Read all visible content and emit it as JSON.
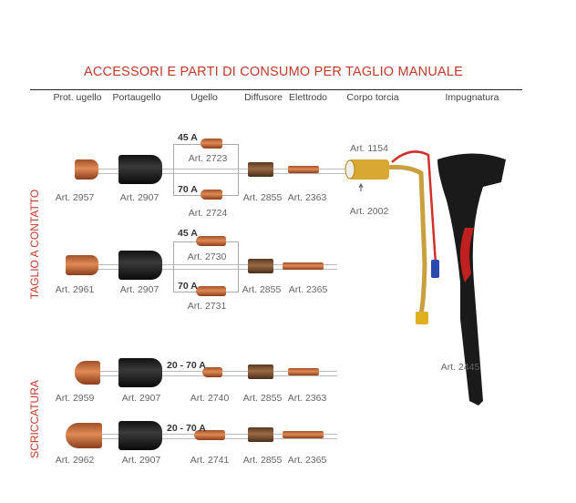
{
  "title": "ACCESSORI E PARTI DI CONSUMO PER TAGLIO MANUALE",
  "headers": [
    "Prot. ugello",
    "Portaugello",
    "Ugello",
    "Diffusore",
    "Elettrodo",
    "Corpo torcia",
    "Impugnatura"
  ],
  "sections": {
    "contact": "TAGLIO A CONTATTO",
    "gouging": "SCRICCATURA"
  },
  "rows": [
    {
      "prot": "Art. 2957",
      "holder": "Art. 2907",
      "amp_top": "45 A",
      "nozzle_top": "Art. 2723",
      "amp_bottom": "70 A",
      "nozzle_bottom": "Art. 2724",
      "diffuser": "Art. 2855",
      "electrode": "Art. 2363"
    },
    {
      "prot": "Art. 2961",
      "holder": "Art. 2907",
      "amp_top": "45 A",
      "nozzle_top": "Art. 2730",
      "amp_bottom": "70 A",
      "nozzle_bottom": "Art. 2731",
      "diffuser": "Art. 2855",
      "electrode": "Art. 2365"
    },
    {
      "prot": "Art. 2959",
      "holder": "Art. 2907",
      "amp": "20 - 70 A",
      "nozzle": "Art. 2740",
      "diffuser": "Art. 2855",
      "electrode": "Art. 2363"
    },
    {
      "prot": "Art. 2962",
      "holder": "Art. 2907",
      "amp": "20 - 70 A",
      "nozzle": "Art. 2741",
      "diffuser": "Art. 2855",
      "electrode": "Art. 2365"
    }
  ],
  "torch": {
    "body": "Art. 1154",
    "ring": "Art. 2002",
    "handle": "Art. 2445"
  }
}
